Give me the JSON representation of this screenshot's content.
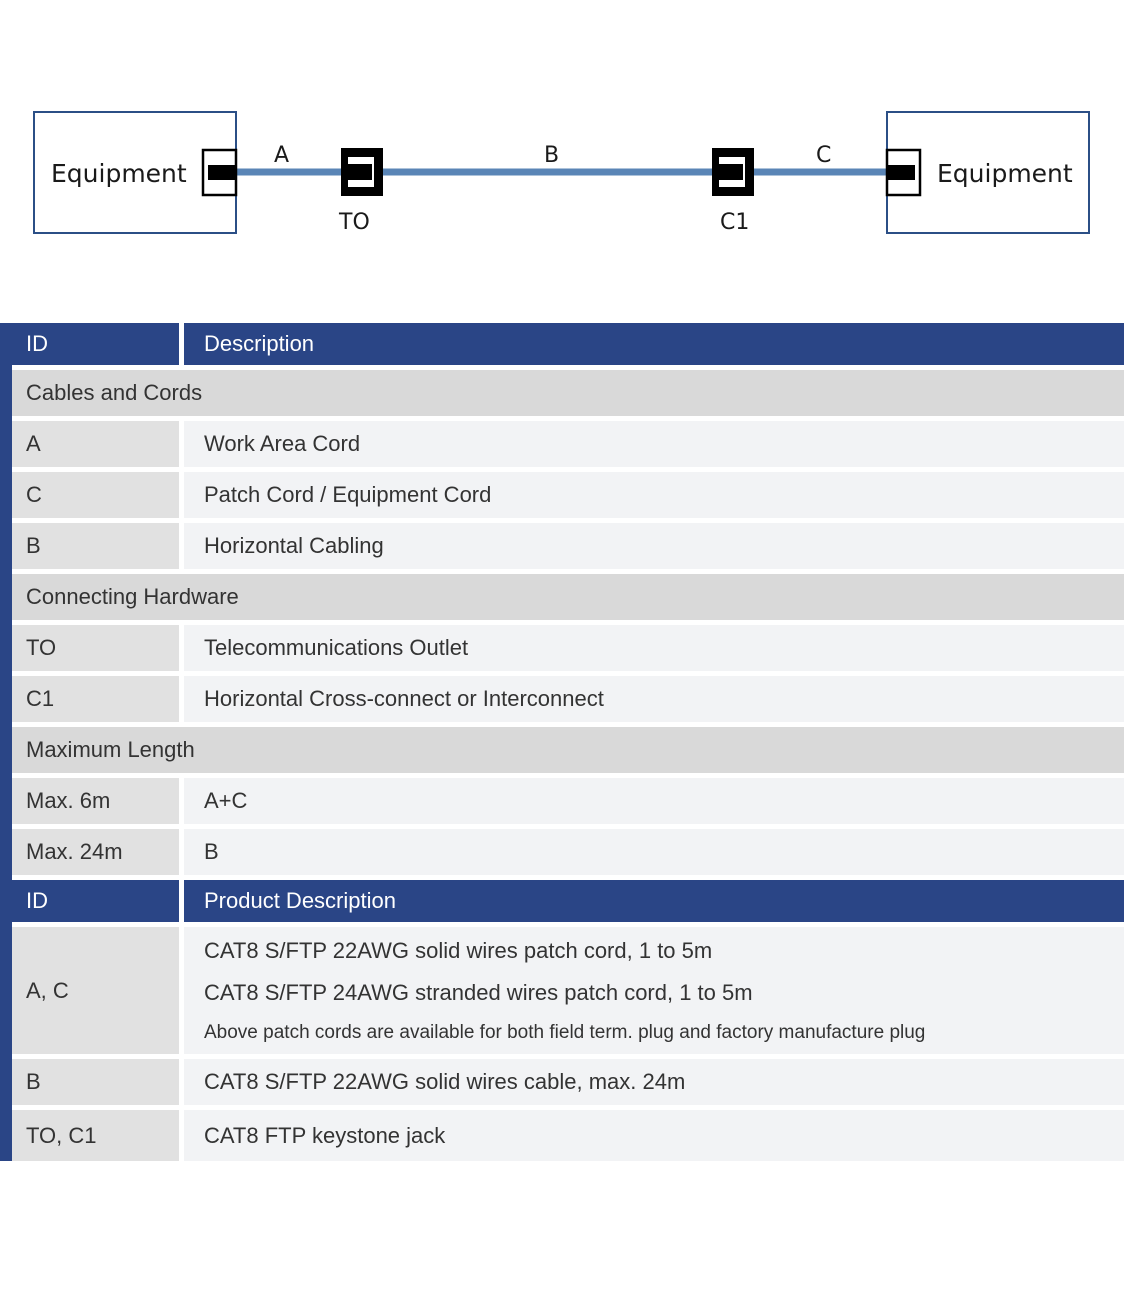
{
  "diagram": {
    "left_equipment": "Equipment",
    "right_equipment": "Equipment",
    "segments": {
      "a": "A",
      "b": "B",
      "c": "C"
    },
    "connectors": {
      "to": "TO",
      "c1": "C1"
    },
    "colors": {
      "cable": "#5a85b6",
      "box_border": "#2b4f86",
      "connector": "#000000"
    }
  },
  "table": {
    "colors": {
      "header_bg": "#2a4586",
      "section_bg": "#d9d9d9",
      "id_bg": "#e1e1e1",
      "desc_bg": "#f2f3f5"
    },
    "header1": {
      "id": "ID",
      "desc": "Description"
    },
    "sections": [
      {
        "title": "Cables and Cords",
        "rows": [
          {
            "id": "A",
            "desc": "Work Area Cord"
          },
          {
            "id": "C",
            "desc": "Patch Cord / Equipment Cord"
          },
          {
            "id": "B",
            "desc": "Horizontal Cabling"
          }
        ]
      },
      {
        "title": "Connecting Hardware",
        "rows": [
          {
            "id": "TO",
            "desc": "Telecommunications Outlet"
          },
          {
            "id": "C1",
            "desc": "Horizontal Cross-connect or Interconnect"
          }
        ]
      },
      {
        "title": "Maximum Length",
        "rows": [
          {
            "id": "Max. 6m",
            "desc": "A+C"
          },
          {
            "id": "Max. 24m",
            "desc": "B"
          }
        ]
      }
    ],
    "header2": {
      "id": "ID",
      "desc": "Product Description"
    },
    "products": [
      {
        "id": "A, C",
        "lines": [
          "CAT8 S/FTP 22AWG solid wires patch cord, 1 to 5m",
          "CAT8 S/FTP 24AWG stranded wires patch cord, 1 to 5m"
        ],
        "note": "Above patch cords are available for both field term. plug and factory manufacture plug"
      },
      {
        "id": "B",
        "desc": "CAT8 S/FTP 22AWG solid wires cable, max. 24m"
      },
      {
        "id": "TO, C1",
        "desc": "CAT8 FTP keystone jack"
      }
    ]
  }
}
